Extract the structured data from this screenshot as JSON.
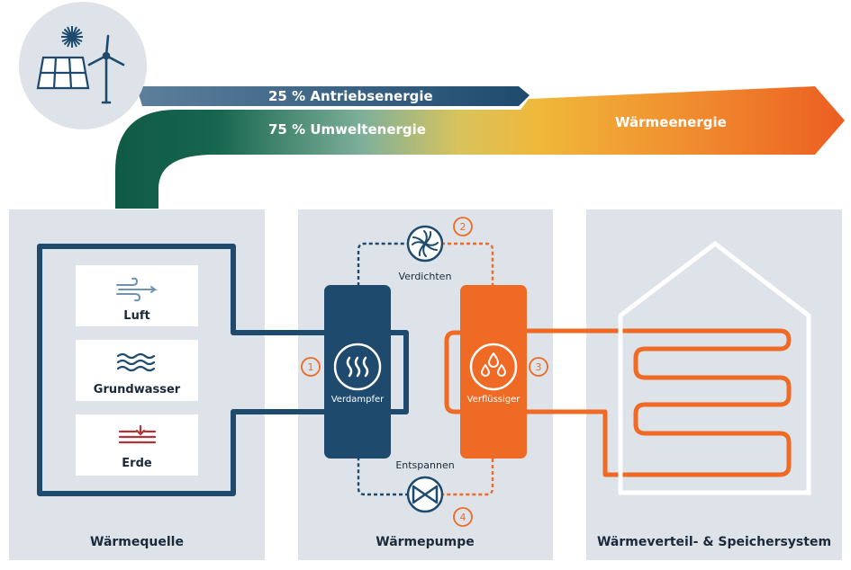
{
  "flow": {
    "drive_energy": "25 % Antriebsenergie",
    "ambient_energy": "75 % Umweltenergie",
    "heat_energy": "Wärmeenergie"
  },
  "sources": [
    {
      "label": "Luft",
      "icon": "wind-icon"
    },
    {
      "label": "Grundwasser",
      "icon": "waves-icon"
    },
    {
      "label": "Erde",
      "icon": "ground-icon"
    }
  ],
  "panels": {
    "source": "Wärmequelle",
    "pump": "Wärmepumpe",
    "distribution": "Wärmeverteil- & Speichersystem"
  },
  "pump": {
    "evaporator": "Verdampfer",
    "condenser": "Verflüssiger",
    "compress": "Verdichten",
    "expand": "Entspannen",
    "steps": [
      "1",
      "2",
      "3",
      "4"
    ]
  },
  "colors": {
    "panel": "#dde3e8",
    "navy": "#1e4a6e",
    "orange": "#ef6a24",
    "green": "#0f5a45",
    "gold": "#f0bc3c",
    "source_red": "#b3323a"
  }
}
